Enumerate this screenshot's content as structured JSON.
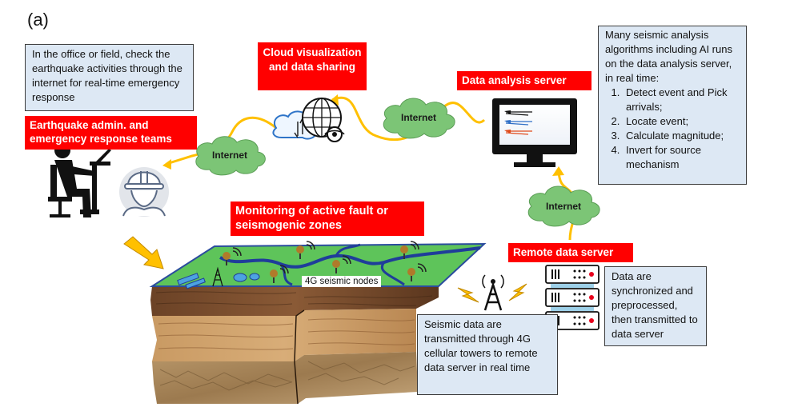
{
  "panel_label": "(a)",
  "office_box": "In the office or field, check the earthquake activities through the internet for real-time emergency response",
  "admin_label": "Earthquake admin. and emergency response teams",
  "cloud_label": "Cloud visualization and data sharing",
  "analysis_label": "Data analysis server",
  "analysis_box": {
    "intro": "Many seismic analysis algorithms including AI runs on the data analysis server, in real time:",
    "items": [
      "Detect event and Pick arrivals;",
      "Locate event;",
      "Calculate magnitude;",
      "Invert for source mechanism"
    ]
  },
  "internet_labels": [
    "Internet",
    "Internet",
    "Internet"
  ],
  "monitoring_label": "Monitoring of active fault or seismogenic zones",
  "nodes_label": "4G seismic nodes",
  "remote_label": "Remote data server",
  "sync_box": "Data are synchronized and preprocessed, then transmitted to data server",
  "transmit_box": "Seismic data are transmitted through 4G cellular towers to remote data server in real time",
  "colors": {
    "label_red": "#ff0000",
    "box_blue": "#dde8f4",
    "arrow_gold": "#ffc000",
    "cloud_green": "#7cc576",
    "map_green": "#5ec45a",
    "river_blue": "#1f3d9a"
  }
}
